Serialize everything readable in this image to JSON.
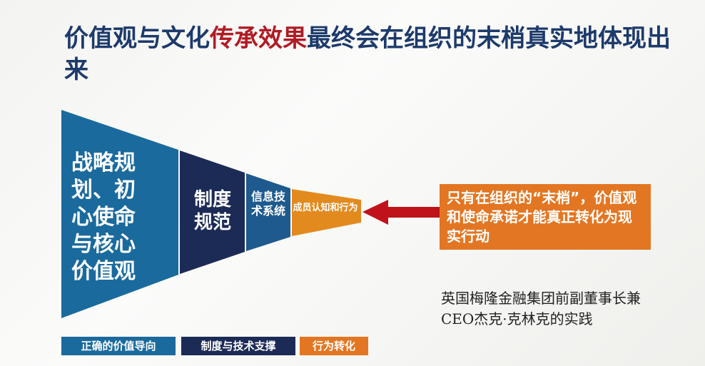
{
  "title": {
    "part1": "价值观与文化",
    "highlight": "传承效果",
    "part2": "最终会在组织的末梢真实地体现出来"
  },
  "funnel": {
    "segment1": "战略规划、初心使命与核心价值观",
    "segment2": "制度规范",
    "segment3": "信息技术系统",
    "segment4": "成员认知和行为"
  },
  "callout": {
    "text": "只有在组织的“末梢”，价值观和使命承诺才能真正转化为现实行动"
  },
  "quote": {
    "text": "英国梅隆金融集团前副董事长兼CEO杰克·克林克的实践"
  },
  "legend": {
    "item1": "正确的价值导向",
    "item2": "制度与技术支撑",
    "item3": "行为转化"
  },
  "colors": {
    "title": "#1c3a6b",
    "highlight": "#b01c24",
    "segment1": "#1a6a9d",
    "segment2": "#1c2b56",
    "segment3": "#1e5a8e",
    "segment4": "#e38a1e",
    "arrow": "#c0121a",
    "callout": "#e37622"
  }
}
